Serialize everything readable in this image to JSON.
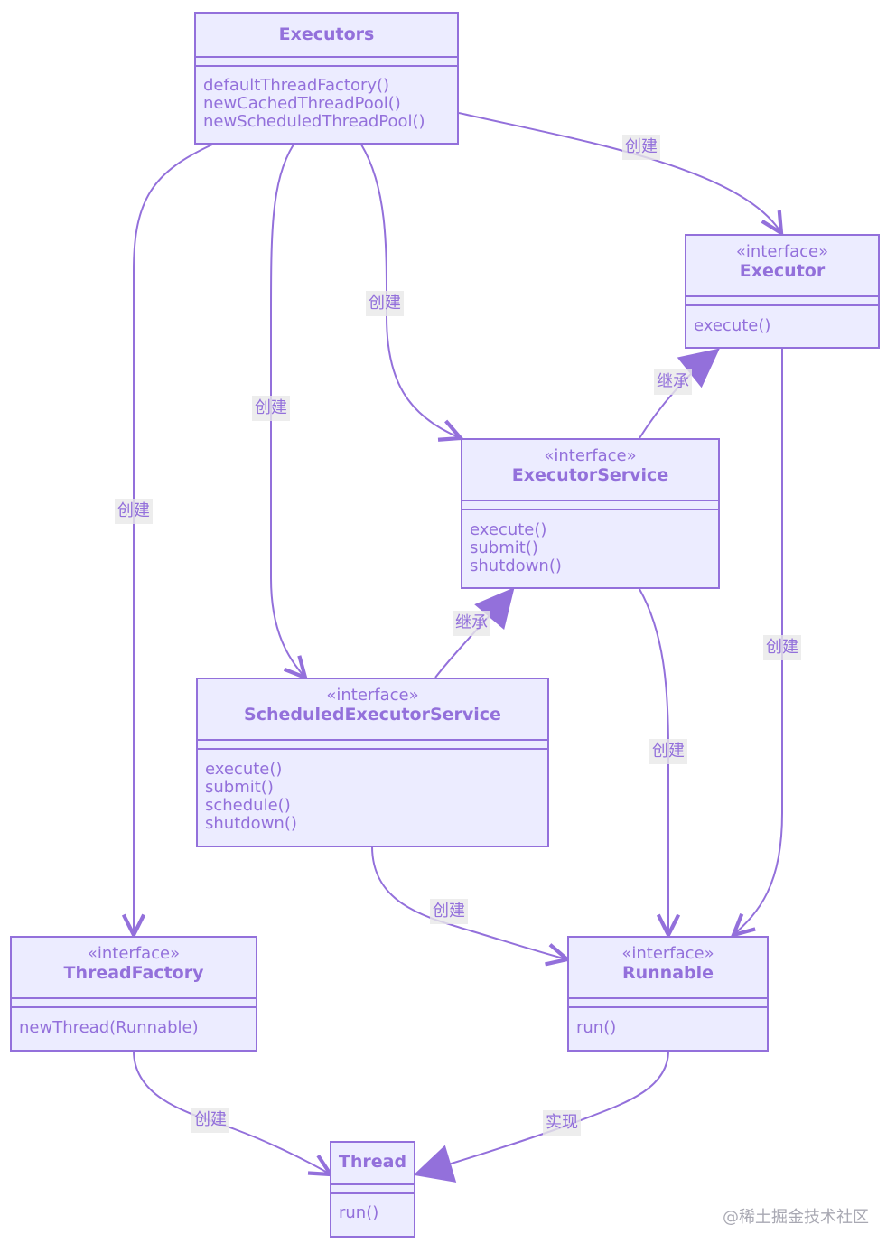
{
  "classes": {
    "executors": {
      "name": "Executors",
      "methods": [
        "defaultThreadFactory()",
        "newCachedThreadPool()",
        "newScheduledThreadPool()"
      ]
    },
    "executor": {
      "stereotype": "«interface»",
      "name": "Executor",
      "methods": [
        "execute()"
      ]
    },
    "executor_service": {
      "stereotype": "«interface»",
      "name": "ExecutorService",
      "methods": [
        "execute()",
        "submit()",
        "shutdown()"
      ]
    },
    "scheduled_executor_service": {
      "stereotype": "«interface»",
      "name": "ScheduledExecutorService",
      "methods": [
        "execute()",
        "submit()",
        "schedule()",
        "shutdown()"
      ]
    },
    "thread_factory": {
      "stereotype": "«interface»",
      "name": "ThreadFactory",
      "methods": [
        "newThread(Runnable)"
      ]
    },
    "runnable": {
      "stereotype": "«interface»",
      "name": "Runnable",
      "methods": [
        "run()"
      ]
    },
    "thread": {
      "name": "Thread",
      "methods": [
        "run()"
      ]
    }
  },
  "edges": [
    {
      "from": "Executors",
      "to": "Executor",
      "label": "创建"
    },
    {
      "from": "Executors",
      "to": "ExecutorService",
      "label": "创建"
    },
    {
      "from": "Executors",
      "to": "ScheduledExecutorService",
      "label": "创建"
    },
    {
      "from": "Executors",
      "to": "ThreadFactory",
      "label": "创建"
    },
    {
      "from": "ExecutorService",
      "to": "Executor",
      "label": "继承"
    },
    {
      "from": "ScheduledExecutorService",
      "to": "ExecutorService",
      "label": "继承"
    },
    {
      "from": "Executor",
      "to": "Runnable",
      "label": "创建"
    },
    {
      "from": "ExecutorService",
      "to": "Runnable",
      "label": "创建"
    },
    {
      "from": "ScheduledExecutorService",
      "to": "Runnable",
      "label": "创建"
    },
    {
      "from": "ThreadFactory",
      "to": "Thread",
      "label": "创建"
    },
    {
      "from": "Runnable",
      "to": "Thread",
      "label": "实现"
    }
  ],
  "watermark": "@稀土掘金技术社区",
  "colors": {
    "node_fill": "#ECECFF",
    "stroke": "#9370DB",
    "label_bg": "#E8E8E8"
  }
}
